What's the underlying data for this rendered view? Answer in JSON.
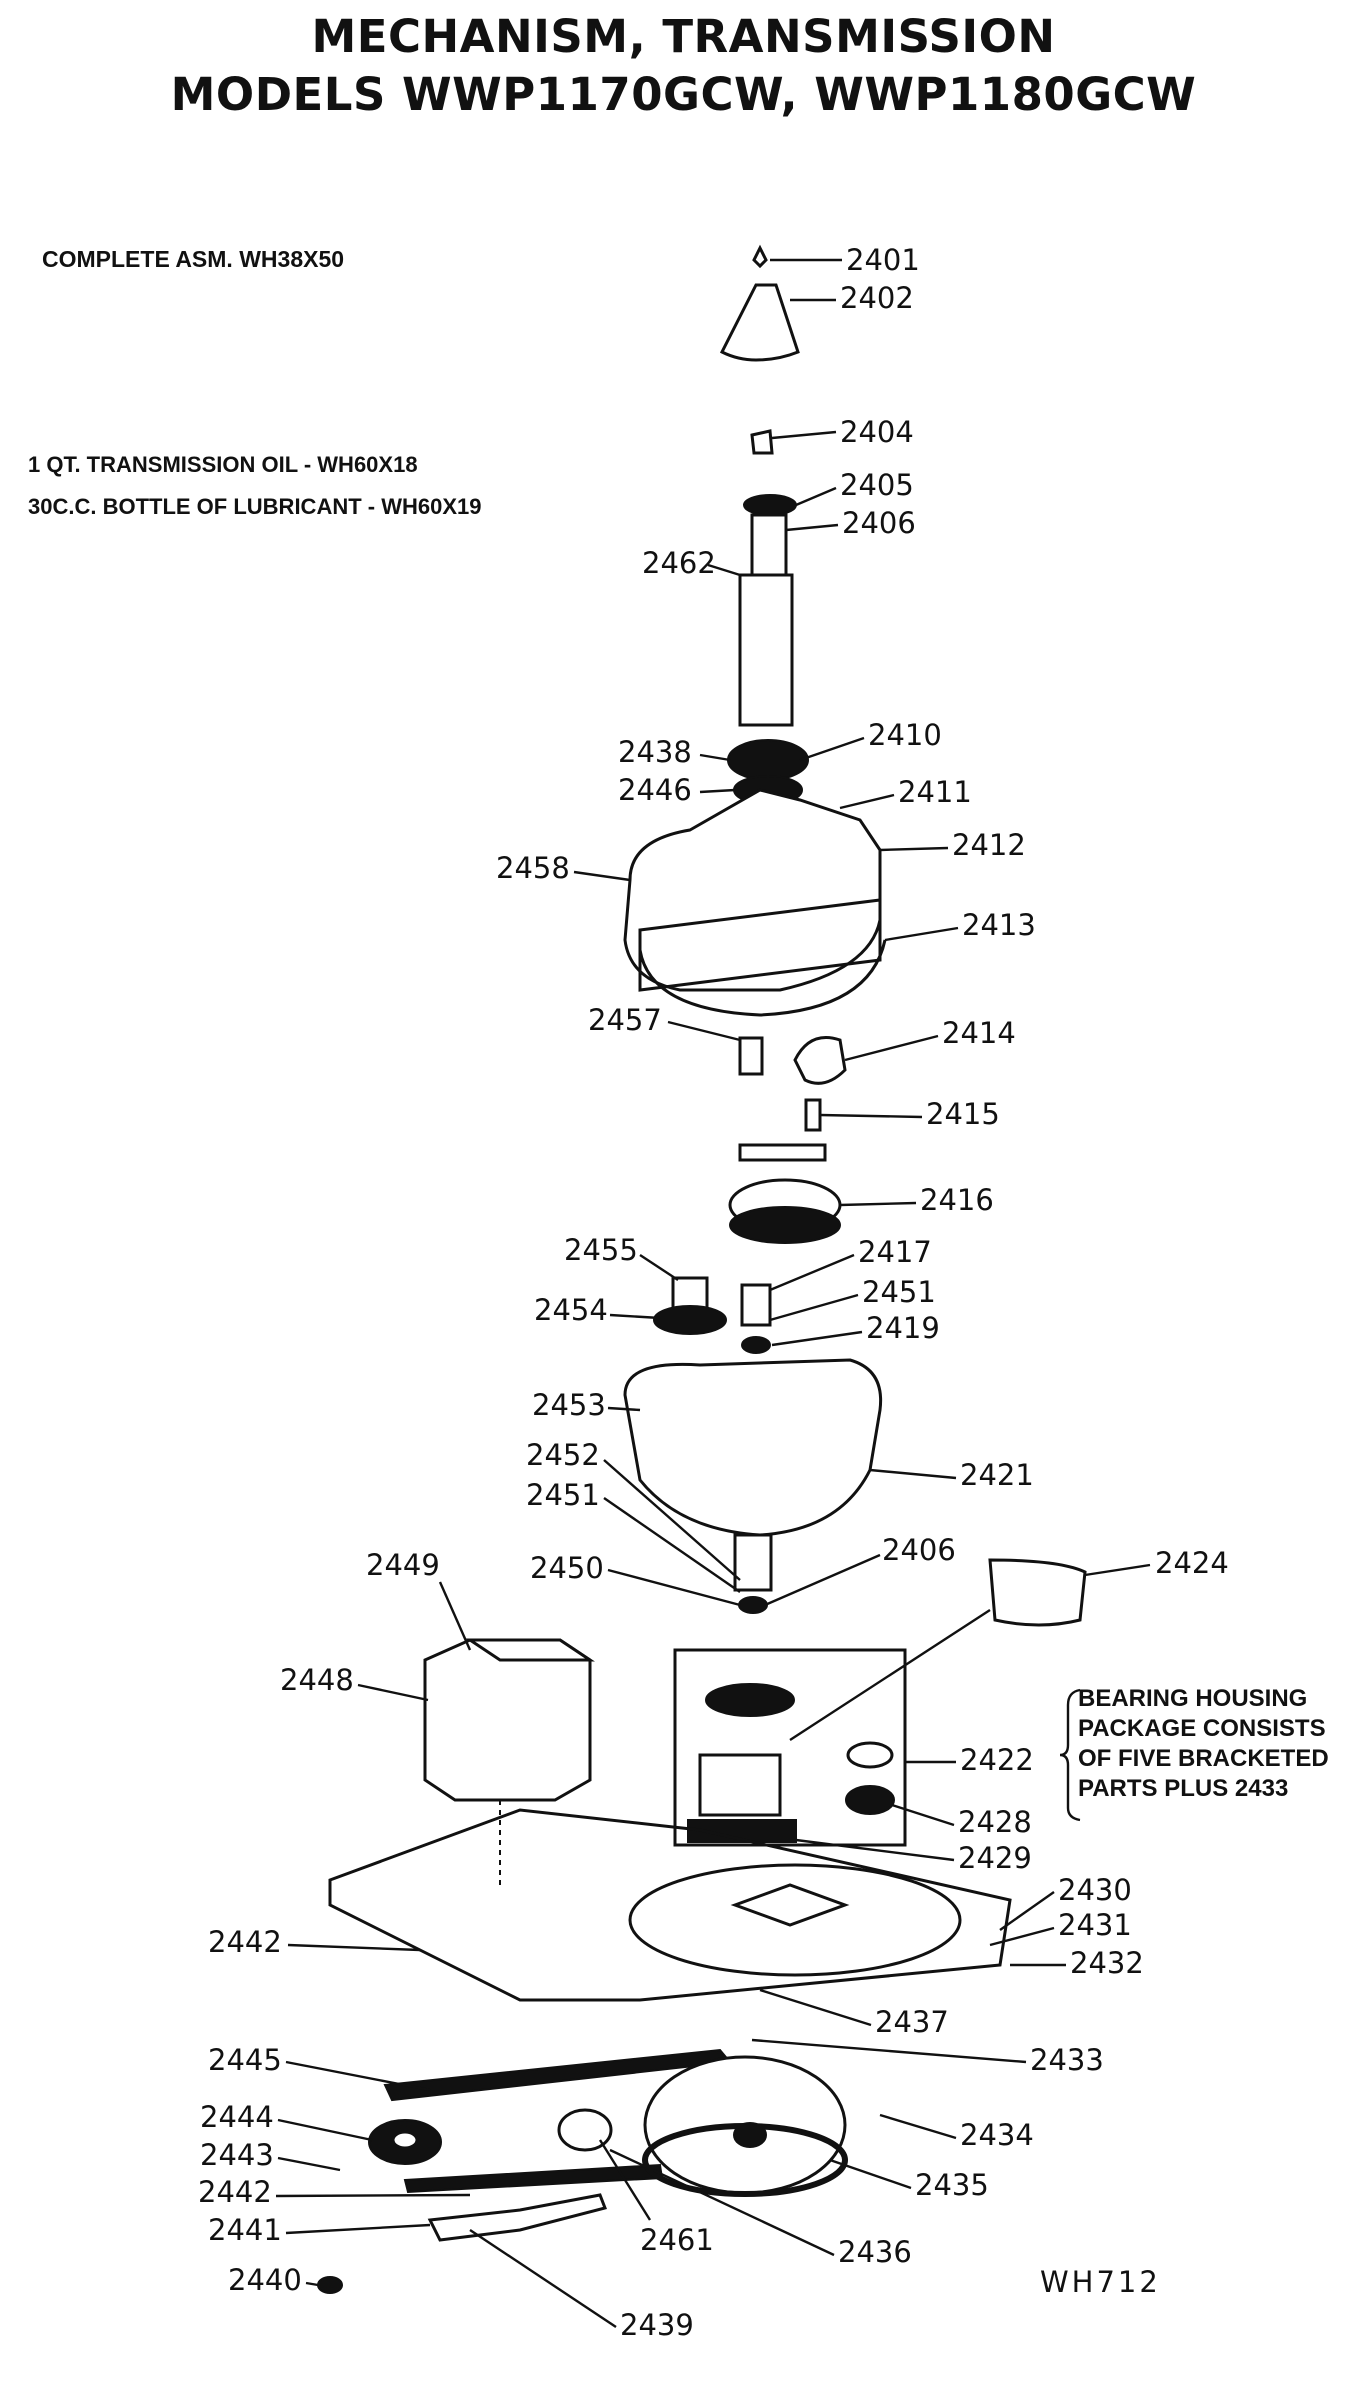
{
  "title": {
    "line1": "MECHANISM, TRANSMISSION",
    "line2": "MODELS WWP1170GCW, WWP1180GCW"
  },
  "notes": {
    "complete_asm": "COMPLETE ASM. WH38X50",
    "oil": "1 QT. TRANSMISSION OIL - WH60X18",
    "lubricant": "30C.C. BOTTLE OF LUBRICANT - WH60X19"
  },
  "bearing_note": {
    "line1": "BEARING HOUSING",
    "line2": "PACKAGE CONSISTS",
    "line3": "OF FIVE BRACKETED",
    "line4": "PARTS PLUS 2433"
  },
  "diagram_code": "WH712",
  "part_labels": [
    "2401",
    "2402",
    "2404",
    "2405",
    "2406",
    "2462",
    "2410",
    "2438",
    "2446",
    "2411",
    "2412",
    "2458",
    "2413",
    "2457",
    "2414",
    "2415",
    "2416",
    "2455",
    "2417",
    "2451",
    "2454",
    "2419",
    "2453",
    "2452",
    "2451",
    "2421",
    "2450",
    "2406",
    "2449",
    "2424",
    "2448",
    "2422",
    "2428",
    "2429",
    "2430",
    "2431",
    "2442",
    "2432",
    "2437",
    "2433",
    "2445",
    "2444",
    "2434",
    "2443",
    "2435",
    "2442",
    "2441",
    "2461",
    "2436",
    "2440",
    "2439"
  ]
}
